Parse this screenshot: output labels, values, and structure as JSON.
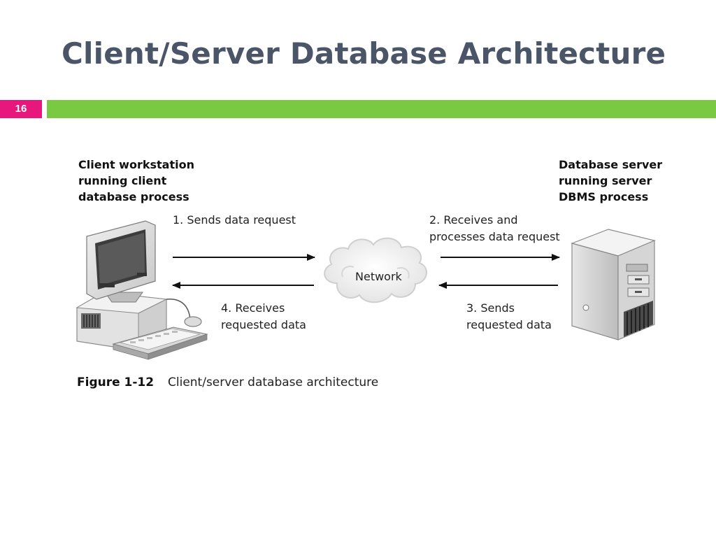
{
  "slide": {
    "title": "Client/Server Database Architecture",
    "number": "16",
    "accent_color": "#7ac943",
    "number_badge_color": "#e8177d",
    "title_color": "#4a5568"
  },
  "diagram": {
    "client_label": [
      "Client workstation",
      "running client",
      "database process"
    ],
    "server_label": [
      "Database server",
      "running server",
      "DBMS process"
    ],
    "network_label": "Network",
    "steps": {
      "step1": [
        "1. Sends data request"
      ],
      "step2": [
        "2. Receives and",
        "processes data request"
      ],
      "step3": [
        "3. Sends",
        "requested data"
      ],
      "step4": [
        "4. Receives",
        "requested data"
      ]
    },
    "icons": [
      "computer-icon",
      "server-icon",
      "cloud-icon"
    ]
  },
  "caption": {
    "figure_number": "Figure 1-12",
    "text": "Client/server database architecture"
  }
}
